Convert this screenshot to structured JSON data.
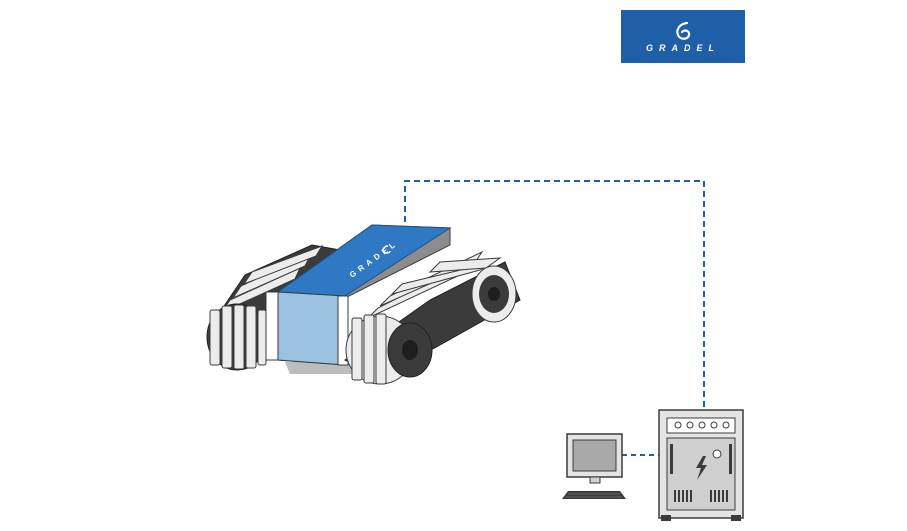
{
  "brand": {
    "logo_text": "GRADEL",
    "colors": {
      "brand_blue": "#1f5fa8",
      "crawler_top_blue": "#2f78c4",
      "crawler_front_blue": "#9cc2e2",
      "track_dark": "#3b3b3b",
      "track_light": "#e8e8e8",
      "cabinet_grey": "#d9d9d9",
      "connection_line": "#1f5fa8"
    }
  },
  "diagram": {
    "crawler_label": "GRADEL",
    "components": {
      "crawler_icon": "tracked-robot-crawler",
      "cabinet_icon": "power-control-cabinet",
      "workstation_icon": "desktop-computer",
      "connection_style": "dashed"
    }
  }
}
